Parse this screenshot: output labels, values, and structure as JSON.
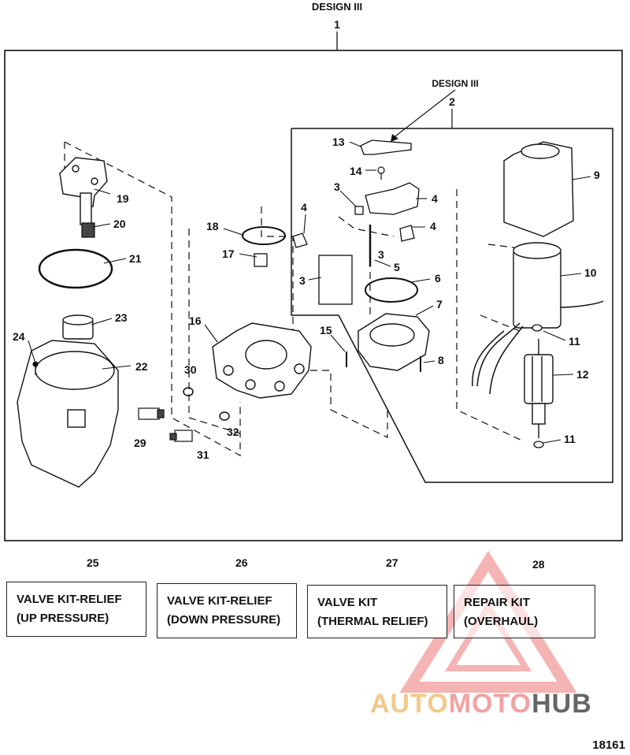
{
  "header": {
    "design_label": "DESIGN III",
    "main_callout": "1"
  },
  "subassembly": {
    "design_label": "DESIGN III",
    "callout": "2"
  },
  "callouts": {
    "c3a": "3",
    "c3b": "3",
    "c3c": "3",
    "c4a": "4",
    "c4b": "4",
    "c4c": "4",
    "c5": "5",
    "c6": "6",
    "c7": "7",
    "c8": "8",
    "c9": "9",
    "c10": "10",
    "c11a": "11",
    "c11b": "11",
    "c12": "12",
    "c13": "13",
    "c14": "14",
    "c15": "15",
    "c16": "16",
    "c17": "17",
    "c18": "18",
    "c19": "19",
    "c20": "20",
    "c21": "21",
    "c22": "22",
    "c23": "23",
    "c24": "24",
    "c29": "29",
    "c30": "30",
    "c31": "31",
    "c32": "32"
  },
  "kits": [
    {
      "number": "25",
      "line1": "VALVE KIT-RELIEF",
      "line2": "(UP PRESSURE)"
    },
    {
      "number": "26",
      "line1": "VALVE KIT-RELIEF",
      "line2": "(DOWN PRESSURE)"
    },
    {
      "number": "27",
      "line1": "VALVE KIT",
      "line2": "(THERMAL RELIEF)"
    },
    {
      "number": "28",
      "line1": "REPAIR KIT",
      "line2": "(OVERHAUL)"
    }
  ],
  "watermark": {
    "part1": "AUTO",
    "part2": "MOTO",
    "part3": "HUB",
    "colors": {
      "part1": "#f3c98a",
      "part2": "#f2a2a2",
      "part3": "#666666",
      "triangle": "#f3a8a8"
    }
  },
  "drawing_number": "18161"
}
